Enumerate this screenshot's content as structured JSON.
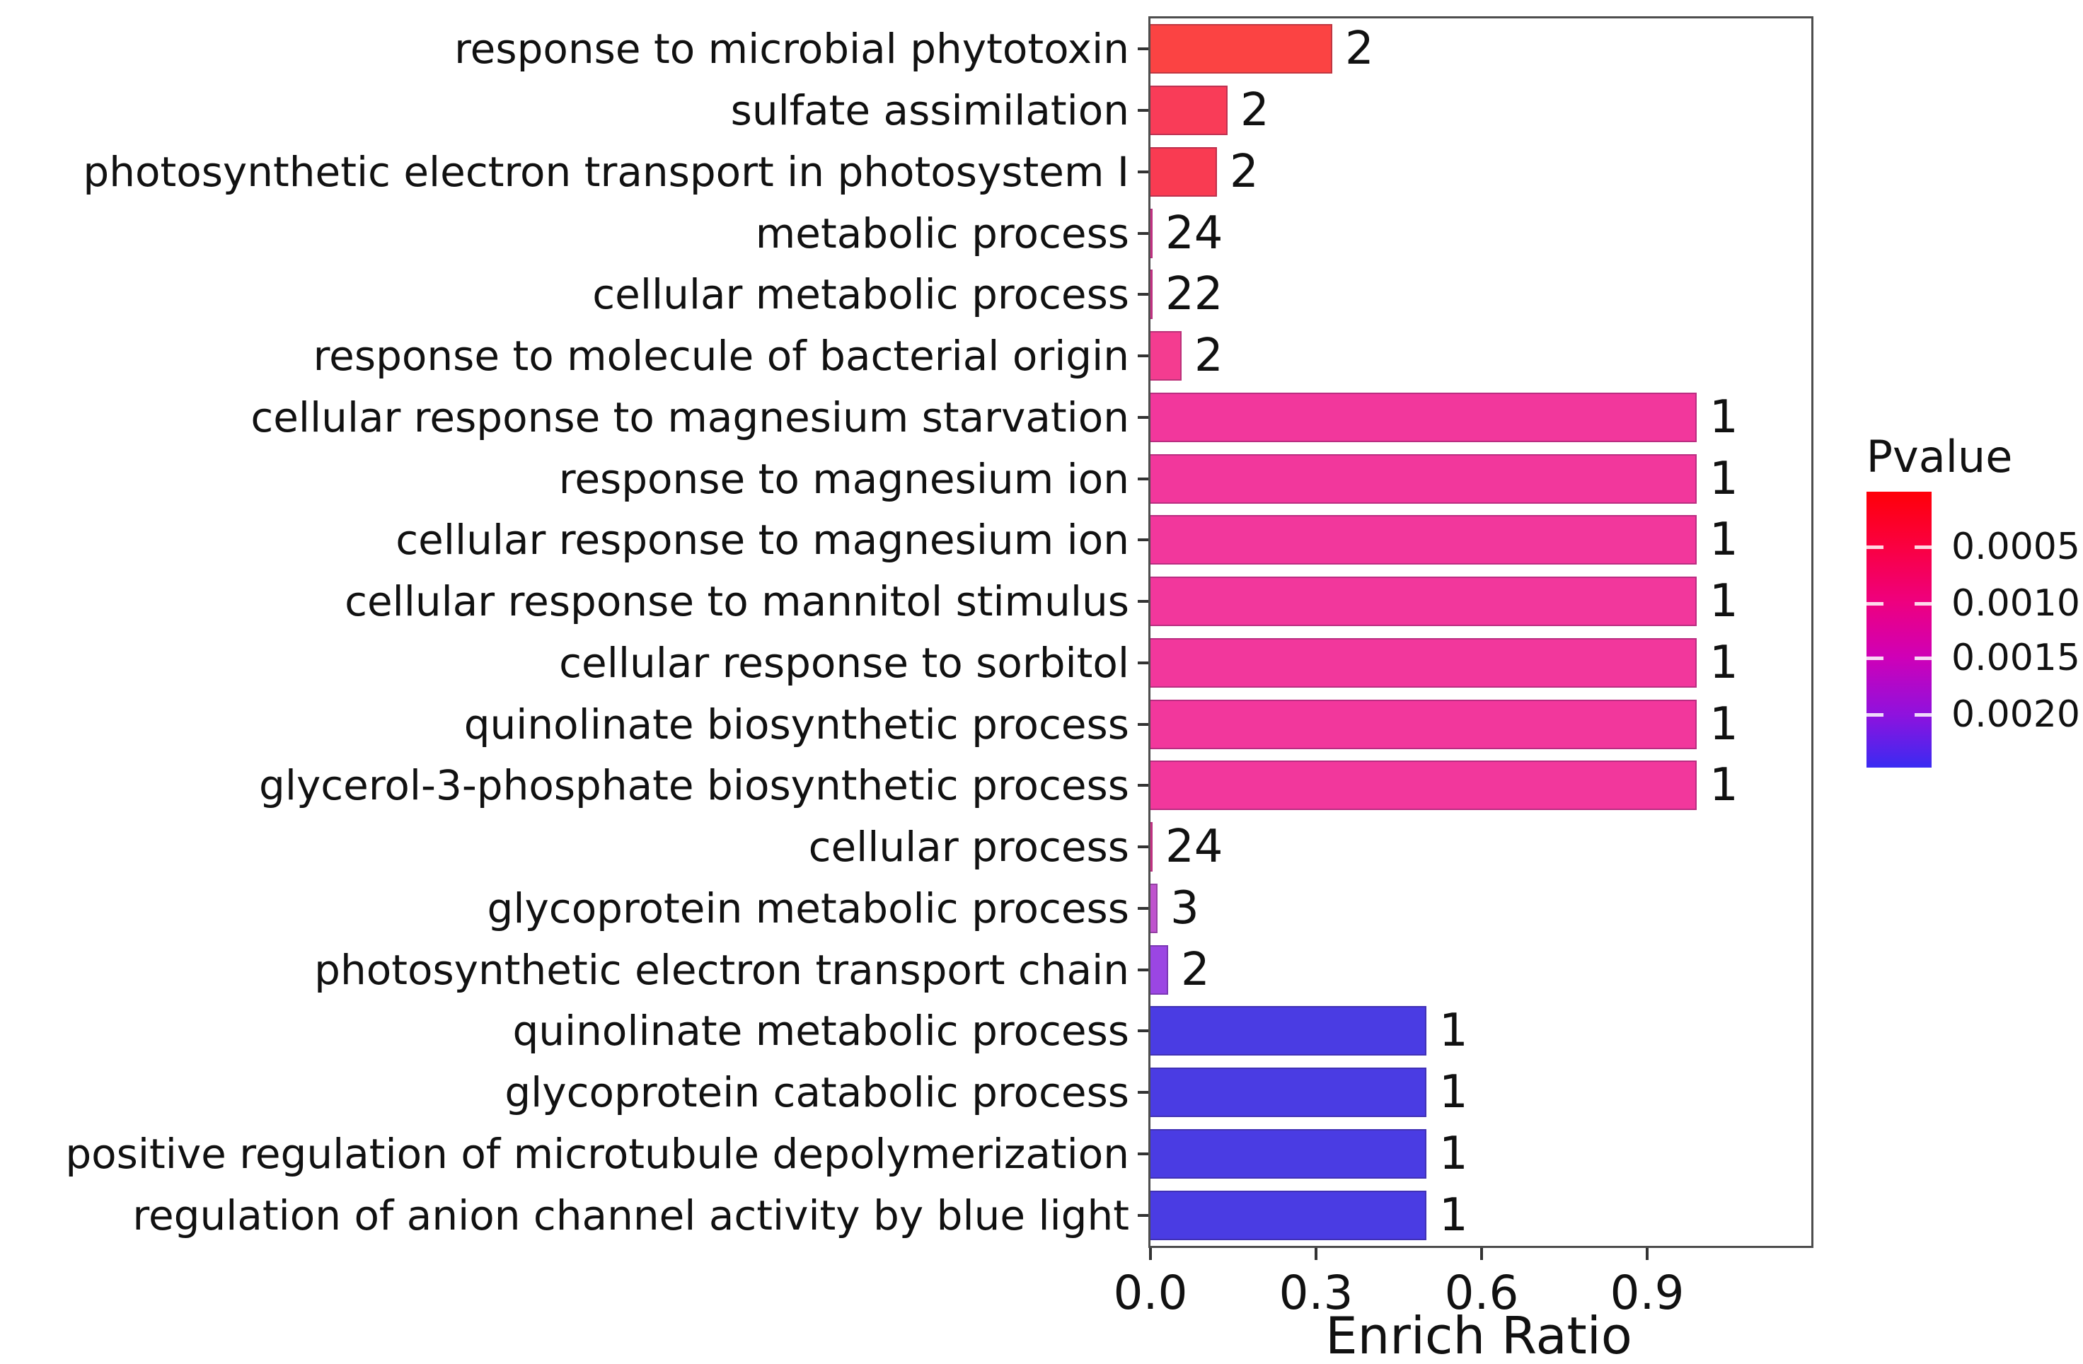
{
  "figure": {
    "background": "#ffffff",
    "text_color": "#111111"
  },
  "chart_data": {
    "type": "bar",
    "orientation": "horizontal",
    "title": "",
    "xlabel": "Enrich Ratio",
    "ylabel": "",
    "grid": false,
    "xlim": [
      0.0,
      1.2
    ],
    "x_ticks": [
      {
        "value": 0.0,
        "label": "0.0"
      },
      {
        "value": 0.3,
        "label": "0.3"
      },
      {
        "value": 0.6,
        "label": "0.6"
      },
      {
        "value": 0.9,
        "label": "0.9"
      }
    ],
    "bars": [
      {
        "label": "response to microbial phytotoxin",
        "value": 0.33,
        "count": "2",
        "color": "#FB4343"
      },
      {
        "label": "sulfate assimilation",
        "value": 0.14,
        "count": "2",
        "color": "#F93C58"
      },
      {
        "label": "photosynthetic electron transport in photosystem I",
        "value": 0.12,
        "count": "2",
        "color": "#F93B52"
      },
      {
        "label": "metabolic process",
        "value": 0.004,
        "count": "24",
        "color": "#EC3A96"
      },
      {
        "label": "cellular metabolic process",
        "value": 0.004,
        "count": "22",
        "color": "#EC3A96"
      },
      {
        "label": "response to molecule of bacterial origin",
        "value": 0.056,
        "count": "2",
        "color": "#F43C90"
      },
      {
        "label": "cellular response to magnesium starvation",
        "value": 0.99,
        "count": "1",
        "color": "#F2379C"
      },
      {
        "label": "response to magnesium ion",
        "value": 0.99,
        "count": "1",
        "color": "#F2379C"
      },
      {
        "label": "cellular response to magnesium ion",
        "value": 0.99,
        "count": "1",
        "color": "#F2379C"
      },
      {
        "label": "cellular response to mannitol stimulus",
        "value": 0.99,
        "count": "1",
        "color": "#F2379C"
      },
      {
        "label": "cellular response to sorbitol",
        "value": 0.99,
        "count": "1",
        "color": "#F2379C"
      },
      {
        "label": "quinolinate biosynthetic process",
        "value": 0.99,
        "count": "1",
        "color": "#F2379C"
      },
      {
        "label": "glycerol-3-phosphate biosynthetic process",
        "value": 0.99,
        "count": "1",
        "color": "#F2379C"
      },
      {
        "label": "cellular process",
        "value": 0.004,
        "count": "24",
        "color": "#EC3A96"
      },
      {
        "label": "glycoprotein metabolic process",
        "value": 0.013,
        "count": "3",
        "color": "#BF53CE"
      },
      {
        "label": "photosynthetic electron transport chain",
        "value": 0.032,
        "count": "2",
        "color": "#9B46E3"
      },
      {
        "label": "quinolinate metabolic process",
        "value": 0.5,
        "count": "1",
        "color": "#4A3CE3"
      },
      {
        "label": "glycoprotein catabolic process",
        "value": 0.5,
        "count": "1",
        "color": "#4A3CE3"
      },
      {
        "label": "positive regulation of microtubule depolymerization",
        "value": 0.5,
        "count": "1",
        "color": "#4A3CE3"
      },
      {
        "label": "regulation of anion channel activity by blue light",
        "value": 0.5,
        "count": "1",
        "color": "#4A3CE3"
      }
    ],
    "colorbar": {
      "title": "Pvalue",
      "tick_labels": [
        "0.0005",
        "0.0010",
        "0.0015",
        "0.0020"
      ],
      "tick_fractions": [
        0.2,
        0.405,
        0.603,
        0.808
      ],
      "gradient_colors": [
        "#FF0008",
        "#FA0041",
        "#EE007F",
        "#CF00B7",
        "#8E12DE",
        "#3A2BF2"
      ],
      "gradient_stops_pct": [
        0,
        20,
        40,
        60,
        81,
        100
      ]
    }
  }
}
